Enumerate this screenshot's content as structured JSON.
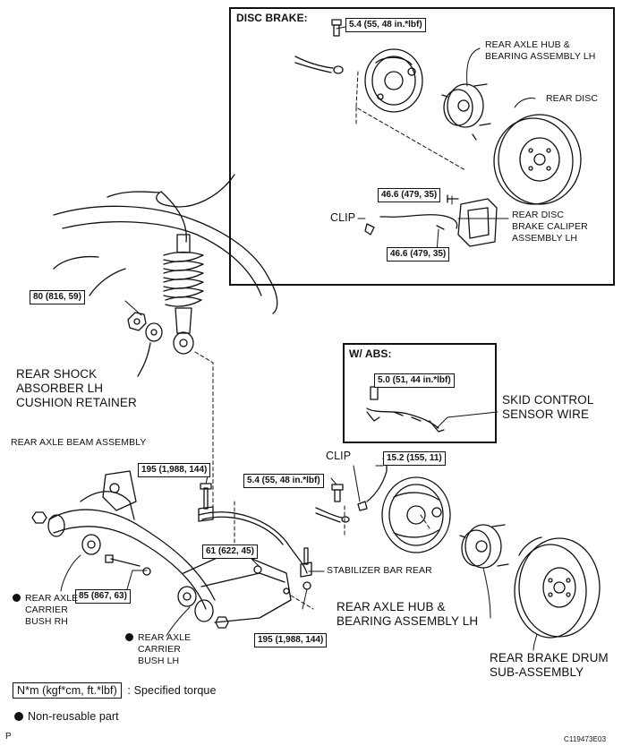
{
  "disc_brake": {
    "title": "DISC BRAKE:",
    "torque_top": "5.4 (55, 48 in.*lbf)",
    "hub_label": [
      "REAR AXLE HUB &",
      "BEARING ASSEMBLY LH"
    ],
    "rear_disc": "REAR DISC",
    "torque_caliper_1": "46.6 (479, 35)",
    "torque_caliper_2": "46.6 (479, 35)",
    "clip": "CLIP",
    "caliper_label": [
      "REAR DISC",
      "BRAKE CALIPER",
      "ASSEMBLY LH"
    ]
  },
  "abs": {
    "title": "W/ ABS:",
    "torque": "5.0 (51, 44 in.*lbf)",
    "sensor_label": [
      "SKID CONTROL",
      "SENSOR WIRE"
    ]
  },
  "main": {
    "torque_shock": "80 (816, 59)",
    "retainer_label": [
      "REAR SHOCK",
      "ABSORBER LH",
      "CUSHION RETAINER"
    ],
    "beam_label": "REAR AXLE BEAM ASSEMBLY",
    "torque_195_top": "195 (1,988, 144)",
    "torque_5_4_drum": "5.4 (55, 48 in.*lbf)",
    "clip": "CLIP",
    "torque_15_2": "15.2 (155, 11)",
    "torque_61": "61 (622, 45)",
    "stabilizer_label": "STABILIZER BAR REAR",
    "torque_85": "85 (867, 63)",
    "bush_rh_label": [
      "REAR AXLE",
      "CARRIER",
      "BUSH RH"
    ],
    "bush_lh_label": [
      "REAR AXLE",
      "CARRIER",
      "BUSH LH"
    ],
    "torque_195_bottom": "195 (1,988, 144)",
    "hub_label": [
      "REAR AXLE HUB &",
      "BEARING ASSEMBLY LH"
    ],
    "drum_label": [
      "REAR BRAKE DRUM",
      "SUB-ASSEMBLY"
    ]
  },
  "legend": {
    "torque_box": "N*m (kgf*cm, ft.*lbf)",
    "torque_text": ": Specified torque",
    "nonreusable": "Non-reusable part"
  },
  "footer": {
    "left": "P",
    "right": "C119473E03"
  }
}
